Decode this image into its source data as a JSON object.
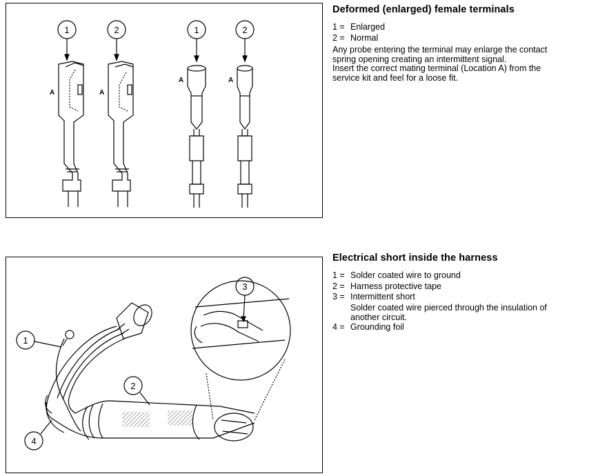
{
  "terminals": {
    "heading": "Deformed (enlarged) female terminals",
    "items": [
      {
        "num": "1 =",
        "text": "Enlarged"
      },
      {
        "num": "2 =",
        "text": "Normal"
      }
    ],
    "paragraph_lines": [
      "Any probe entering the terminal may enlarge the contact",
      "spring opening creating an intermittent signal.",
      "Insert the correct mating terminal (Location A) from the",
      "service kit and feel for a loose fit."
    ],
    "figure": {
      "callouts": [
        "1",
        "2",
        "1",
        "2"
      ],
      "location_label": "A"
    }
  },
  "harness": {
    "heading": "Electrical short inside the harness",
    "items": [
      {
        "num": "1 =",
        "text": "Solder coated wire to ground"
      },
      {
        "num": "2 =",
        "text": "Harness protective tape"
      },
      {
        "num": "3 =",
        "text": "Intermittent short"
      }
    ],
    "item3_note_lines": [
      "Solder coated wire pierced through the insulation of",
      "another circuit."
    ],
    "item4": {
      "num": "4 =",
      "text": "Grounding foil"
    },
    "figure": {
      "callouts": [
        "1",
        "2",
        "3",
        "4"
      ]
    }
  }
}
